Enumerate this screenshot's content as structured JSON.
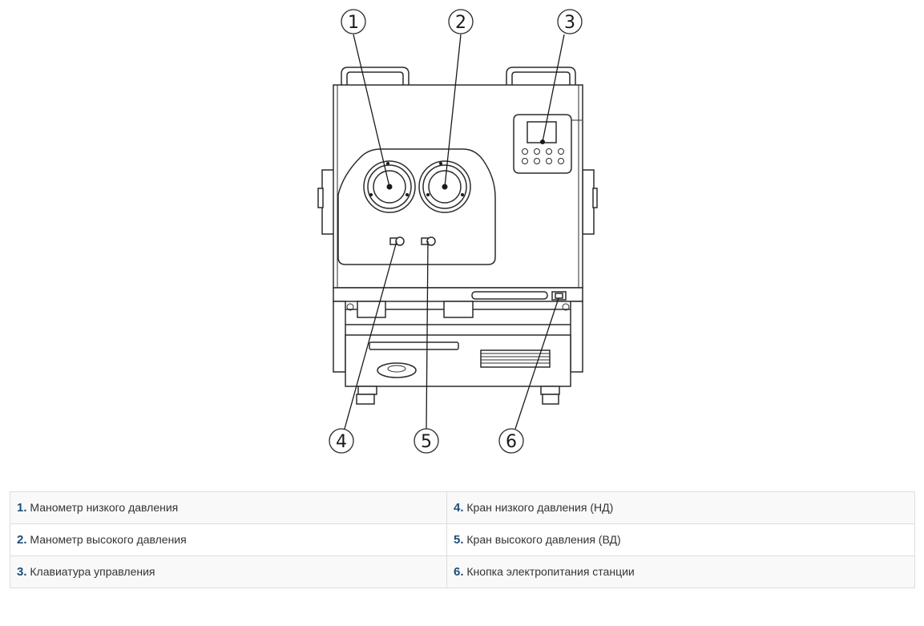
{
  "callouts": [
    {
      "n": "1"
    },
    {
      "n": "2"
    },
    {
      "n": "3"
    },
    {
      "n": "4"
    },
    {
      "n": "5"
    },
    {
      "n": "6"
    }
  ],
  "legend": {
    "rows": [
      {
        "left_num": "1.",
        "left_text": "Манометр низкого давления",
        "right_num": "4.",
        "right_text": "Кран низкого давления (НД)"
      },
      {
        "left_num": "2.",
        "left_text": "Манометр высокого давления",
        "right_num": "5.",
        "right_text": "Кран высокого давления (ВД)"
      },
      {
        "left_num": "3.",
        "left_text": "Клавиатура управления",
        "right_num": "6.",
        "right_text": "Кнопка электропитания станции"
      }
    ]
  },
  "colors": {
    "number_accent": "#1f4e79",
    "border": "#dddddd",
    "line": "#2b2b2b"
  }
}
